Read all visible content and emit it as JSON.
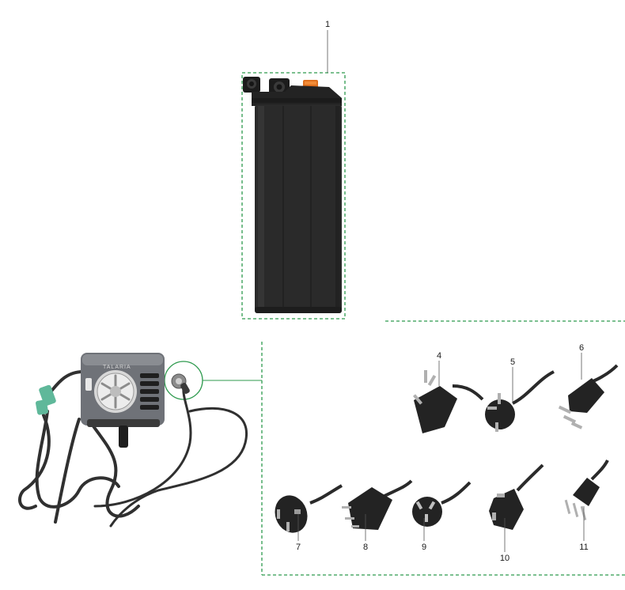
{
  "callouts": {
    "battery": "1",
    "plug_4": "4",
    "plug_5": "5",
    "plug_6": "6",
    "plug_7": "7",
    "plug_8": "8",
    "plug_9": "9",
    "plug_10": "10",
    "plug_11": "11"
  },
  "charger": {
    "brand": "TALARIA"
  },
  "colors": {
    "frame_dash": "#2e9a4e",
    "battery_body": "#2a2a2a",
    "accent_orange": "#e0701e",
    "charger_shell": "#6f7278",
    "cable": "#303030"
  }
}
